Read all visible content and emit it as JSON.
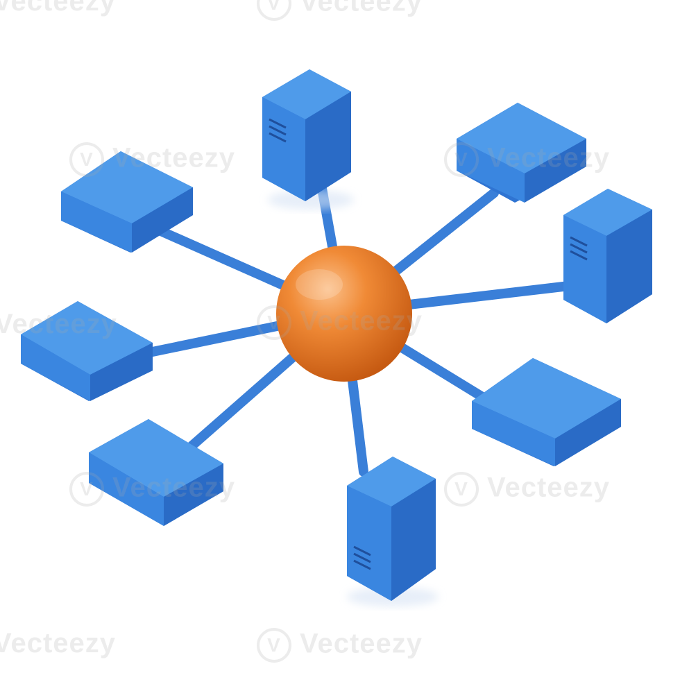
{
  "watermark": {
    "text": "Vecteezy",
    "logo": "vecteezy-logo"
  },
  "colors": {
    "background": "#ffffff",
    "node_top": "#4f9bea",
    "node_side": "#2f74d2",
    "node_front": "#255fb8",
    "node_outline": "#1d56ad",
    "connector": "#3a7fd8",
    "hub_light": "#f8b06e",
    "hub_mid": "#f08a36",
    "hub_dark": "#c65a12",
    "slot_lines": "#1f4f9c"
  },
  "diagram": {
    "hub": {
      "name": "hub-sphere"
    },
    "nodes": [
      {
        "id": "server-top",
        "kind": "tower"
      },
      {
        "id": "device-upper-right",
        "kind": "box"
      },
      {
        "id": "server-right",
        "kind": "tower"
      },
      {
        "id": "device-lower-right",
        "kind": "box"
      },
      {
        "id": "server-bottom",
        "kind": "tower"
      },
      {
        "id": "device-lower-left",
        "kind": "box"
      },
      {
        "id": "device-left",
        "kind": "box"
      },
      {
        "id": "device-upper-left",
        "kind": "box"
      }
    ]
  }
}
